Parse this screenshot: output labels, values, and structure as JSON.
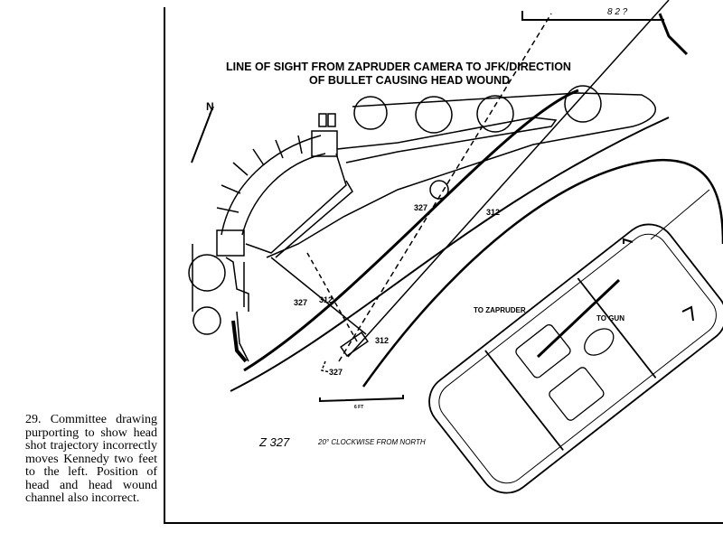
{
  "caption": "29. Committee drawing purporting to show head shot trajectory incorrectly moves Kennedy two feet to the left. Position of head and head wound channel also incorrect.",
  "drawing": {
    "title_line1": "LINE OF SIGHT FROM ZAPRUDER CAMERA TO JFK/DIRECTION",
    "title_line2": "OF BULLET CAUSING HEAD WOUND",
    "north_label": "N",
    "top_label": "8 2 ?",
    "frame_labels": {
      "f327a": "327",
      "f312a": "312",
      "f327b": "327",
      "f312b": "312",
      "f312c": "312",
      "f327c": "327"
    },
    "to_zapruder": "TO ZAPRUDER",
    "to_gun": "TO GUN",
    "scale_label": "6 FT",
    "frame_id": "Z 327",
    "orientation_note": "20° CLOCKWISE FROM NORTH"
  }
}
